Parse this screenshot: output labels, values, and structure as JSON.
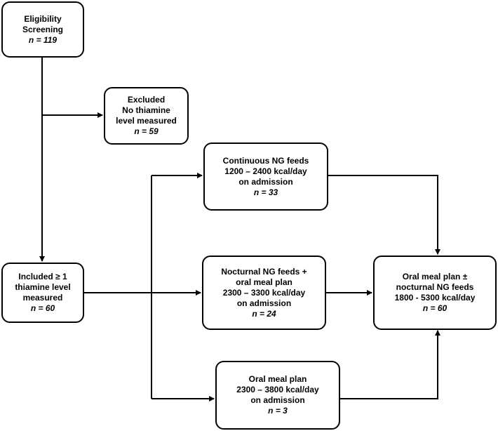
{
  "boxes": {
    "screening": {
      "lines": [
        "Eligibility",
        "Screening"
      ],
      "n": "n = 119"
    },
    "excluded": {
      "lines": [
        "Excluded",
        "No thiamine",
        "level measured"
      ],
      "n": "n = 59"
    },
    "included": {
      "lines": [
        "Included ≥ 1",
        "thiamine level",
        "measured"
      ],
      "n": "n = 60"
    },
    "continuous": {
      "lines": [
        "Continuous NG feeds",
        "1200 – 2400 kcal/day",
        "on admission"
      ],
      "n": "n = 33"
    },
    "nocturnal": {
      "lines": [
        "Nocturnal NG feeds +",
        "oral meal plan",
        "2300 – 3300 kcal/day",
        "on admission"
      ],
      "n": "n = 24"
    },
    "oral": {
      "lines": [
        "Oral meal plan",
        "2300 – 3800 kcal/day",
        "on admission"
      ],
      "n": "n = 3"
    },
    "final": {
      "lines": [
        "Oral meal plan ±",
        "nocturnal NG feeds",
        "1800 - 5300 kcal/day"
      ],
      "n": "n = 60"
    }
  }
}
